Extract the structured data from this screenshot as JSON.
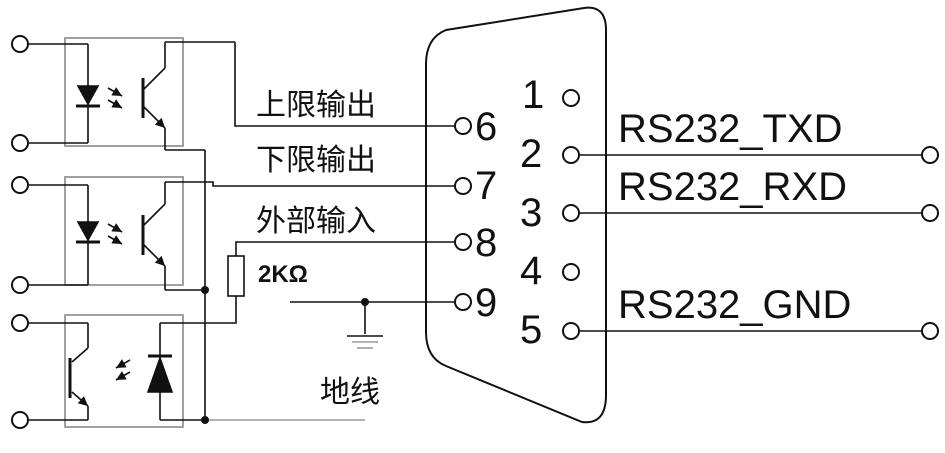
{
  "labels": {
    "upper_limit_output": "上限输出",
    "lower_limit_output": "下限输出",
    "external_input": "外部输入",
    "resistor_value": "2KΩ",
    "ground": "地线"
  },
  "db9_pins": {
    "p1": "1",
    "p2": "2",
    "p3": "3",
    "p4": "4",
    "p5": "5",
    "p6": "6",
    "p7": "7",
    "p8": "8",
    "p9": "9"
  },
  "signals": {
    "txd": "RS232_TXD",
    "rxd": "RS232_RXD",
    "gnd": "RS232_GND"
  },
  "colors": {
    "line": "#111111",
    "wire": "#9a9a9a"
  }
}
